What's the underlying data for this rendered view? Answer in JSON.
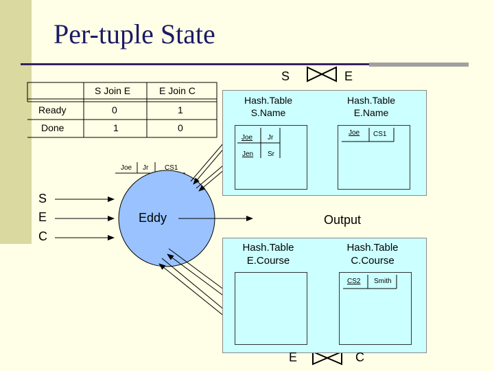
{
  "title": "Per-tuple State",
  "state_table": {
    "col_headers": [
      "S Join E",
      "E Join C"
    ],
    "rows": [
      {
        "label": "Ready",
        "values": [
          "0",
          "1"
        ]
      },
      {
        "label": "Done",
        "values": [
          "1",
          "0"
        ]
      }
    ]
  },
  "tuple_fields": [
    "Joe",
    "Jr",
    "CS1"
  ],
  "inputs": [
    "S",
    "E",
    "C"
  ],
  "eddy_label": "Eddy",
  "output_label": "Output",
  "join_top": {
    "left": "S",
    "right": "E"
  },
  "join_bottom": {
    "left": "E",
    "right": "C"
  },
  "hashtables": {
    "s_name": {
      "label_line1": "Hash.Table",
      "label_line2": "S.Name",
      "rows": [
        [
          "Joe",
          "Jr"
        ],
        [
          "Jen",
          "Sr"
        ]
      ]
    },
    "e_name": {
      "label_line1": "Hash.Table",
      "label_line2": "E.Name",
      "rows": [
        [
          "Joe",
          "CS1"
        ]
      ]
    },
    "e_course": {
      "label_line1": "Hash.Table",
      "label_line2": "E.Course"
    },
    "c_course": {
      "label_line1": "Hash.Table",
      "label_line2": "C.Course",
      "rows": [
        [
          "CS2",
          "Smith"
        ]
      ]
    }
  },
  "colors": {
    "panel": "#ccffff",
    "eddy": "#99c2ff",
    "title": "#1a1a66",
    "sidebar": "#d9d9a0"
  }
}
